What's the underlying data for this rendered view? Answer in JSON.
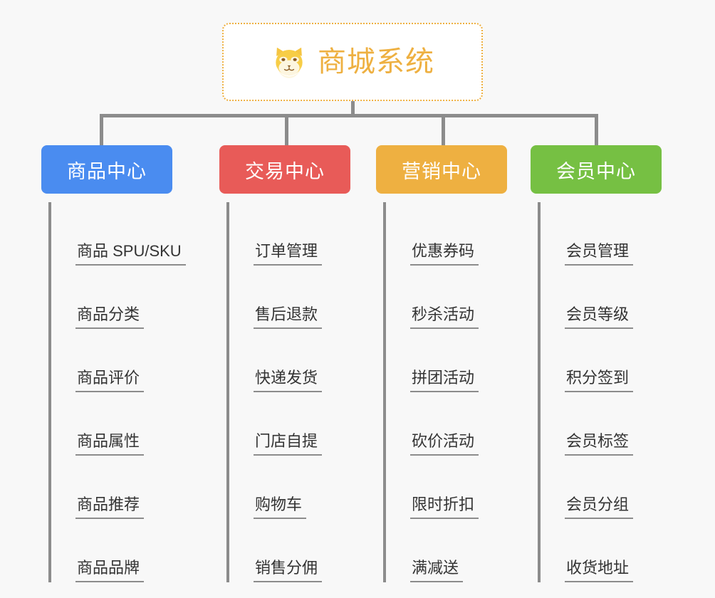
{
  "diagram": {
    "background_color": "#f8f8f8",
    "connector_color": "#8c8c8c",
    "root": {
      "title": "商城系统",
      "icon": "shiba-dog-face-icon",
      "text_color": "#eeb041",
      "border_color": "#eeb041",
      "background_color": "#ffffff"
    },
    "categories": [
      {
        "label": "商品中心",
        "color": "#4a8cf0",
        "items": [
          "商品 SPU/SKU",
          "商品分类",
          "商品评价",
          "商品属性",
          "商品推荐",
          "商品品牌"
        ]
      },
      {
        "label": "交易中心",
        "color": "#e85b58",
        "items": [
          "订单管理",
          "售后退款",
          "快递发货",
          "门店自提",
          "购物车",
          "销售分佣"
        ]
      },
      {
        "label": "营销中心",
        "color": "#eeb041",
        "items": [
          "优惠券码",
          "秒杀活动",
          "拼团活动",
          "砍价活动",
          "限时折扣",
          "满减送"
        ]
      },
      {
        "label": "会员中心",
        "color": "#76c043",
        "items": [
          "会员管理",
          "会员等级",
          "积分签到",
          "会员标签",
          "会员分组",
          "收货地址"
        ]
      }
    ]
  }
}
